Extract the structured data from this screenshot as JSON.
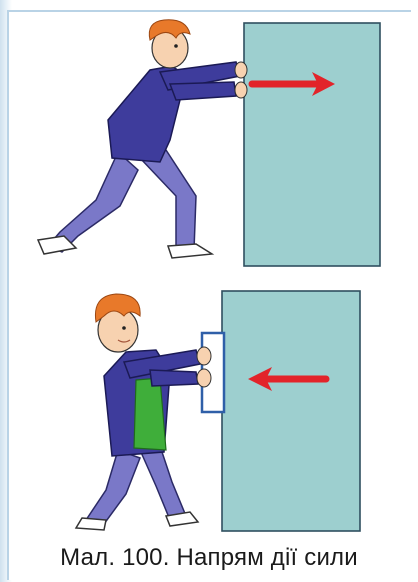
{
  "caption": "Мал. 100. Напрям дії сили",
  "colors": {
    "box": "#9dcfcf",
    "box_stroke": "#2f4f5f",
    "arrow": "#e2242a",
    "jacket": "#3e3c9c",
    "pants": "#7a78c8",
    "shirt": "#3fae3a",
    "hair": "#e8792a",
    "skin": "#f7d2b0",
    "handle": "#2f5fa8"
  },
  "panels": [
    {
      "scene": "pushing",
      "arrow_direction": "right"
    },
    {
      "scene": "pulling",
      "arrow_direction": "left"
    }
  ]
}
